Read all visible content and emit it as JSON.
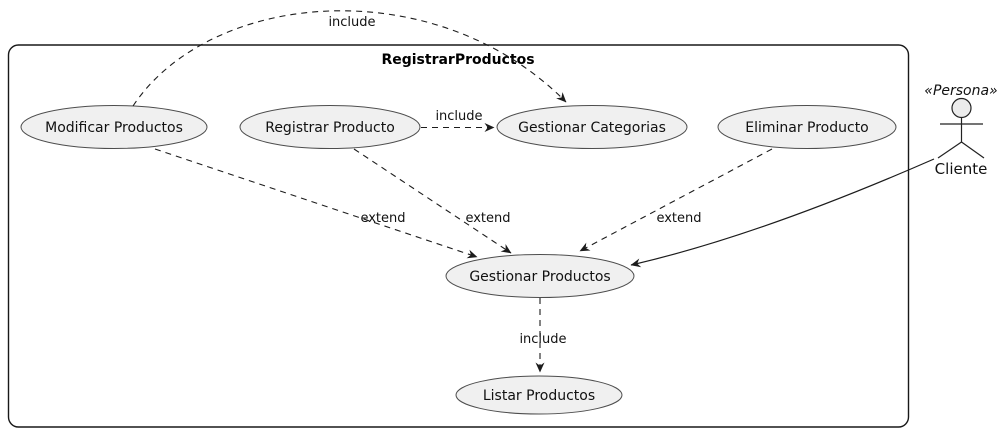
{
  "diagram": {
    "type": "uml-use-case",
    "title": "RegistrarProductos",
    "colors": {
      "background": "#ffffff",
      "node_fill": "#f0f0f0",
      "node_border": "#4d4d4d",
      "line": "#1c1c1c",
      "text": "#111111"
    },
    "actor": {
      "stereotype": "«Persona»",
      "name": "Cliente"
    },
    "usecases": [
      {
        "id": "modificar-productos",
        "label": "Modificar Productos"
      },
      {
        "id": "registrar-producto",
        "label": "Registrar Producto"
      },
      {
        "id": "gestionar-categorias",
        "label": "Gestionar Categorias"
      },
      {
        "id": "eliminar-producto",
        "label": "Eliminar Producto"
      },
      {
        "id": "gestionar-productos",
        "label": "Gestionar Productos"
      },
      {
        "id": "listar-productos",
        "label": "Listar Productos"
      }
    ],
    "edges": [
      {
        "from": "modificar-productos",
        "to": "gestionar-categorias",
        "label": "include",
        "style": "dashed"
      },
      {
        "from": "registrar-producto",
        "to": "gestionar-categorias",
        "label": "include",
        "style": "dashed"
      },
      {
        "from": "modificar-productos",
        "to": "gestionar-productos",
        "label": "extend",
        "style": "dashed"
      },
      {
        "from": "registrar-producto",
        "to": "gestionar-productos",
        "label": "extend",
        "style": "dashed"
      },
      {
        "from": "eliminar-producto",
        "to": "gestionar-productos",
        "label": "extend",
        "style": "dashed"
      },
      {
        "from": "cliente",
        "to": "gestionar-productos",
        "label": "",
        "style": "solid"
      },
      {
        "from": "gestionar-productos",
        "to": "listar-productos",
        "label": "include",
        "style": "dashed"
      }
    ]
  }
}
